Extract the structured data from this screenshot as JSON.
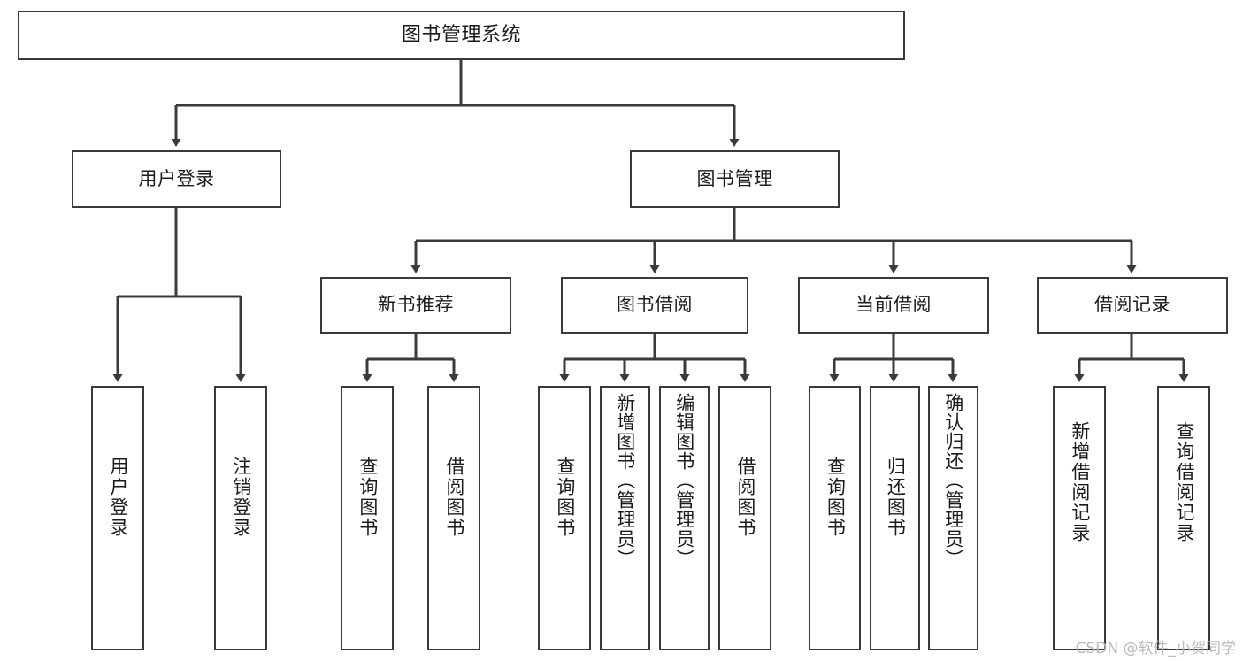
{
  "diagram": {
    "title": "图书管理系统",
    "type": "tree-hierarchy-chart",
    "root": {
      "label": "图书管理系统"
    },
    "level2": [
      {
        "label": "用户登录"
      },
      {
        "label": "图书管理"
      }
    ],
    "level3": [
      {
        "label": "新书推荐"
      },
      {
        "label": "图书借阅"
      },
      {
        "label": "当前借阅"
      },
      {
        "label": "借阅记录"
      }
    ],
    "leaves": {
      "user_login": [
        {
          "label": "用户登录"
        },
        {
          "label": "注销登录"
        }
      ],
      "new_book_recommend": [
        {
          "label": "查询图书"
        },
        {
          "label": "借阅图书"
        }
      ],
      "book_borrow": [
        {
          "label": "查询图书"
        },
        {
          "label": "新增图书（管理员）"
        },
        {
          "label": "编辑图书（管理员）"
        },
        {
          "label": "借阅图书"
        }
      ],
      "current_borrow": [
        {
          "label": "查询图书"
        },
        {
          "label": "归还图书"
        },
        {
          "label": "确认归还（管理员）"
        }
      ],
      "borrow_records": [
        {
          "label": "新增借阅记录"
        },
        {
          "label": "查询借阅记录"
        }
      ]
    }
  },
  "watermark": {
    "text": "CSDN @软件_小贺同学"
  },
  "colors": {
    "stroke": "#3a3a3a",
    "text": "#1b1b1b",
    "background": "#ffffff",
    "watermark": "#b9b9b9"
  }
}
